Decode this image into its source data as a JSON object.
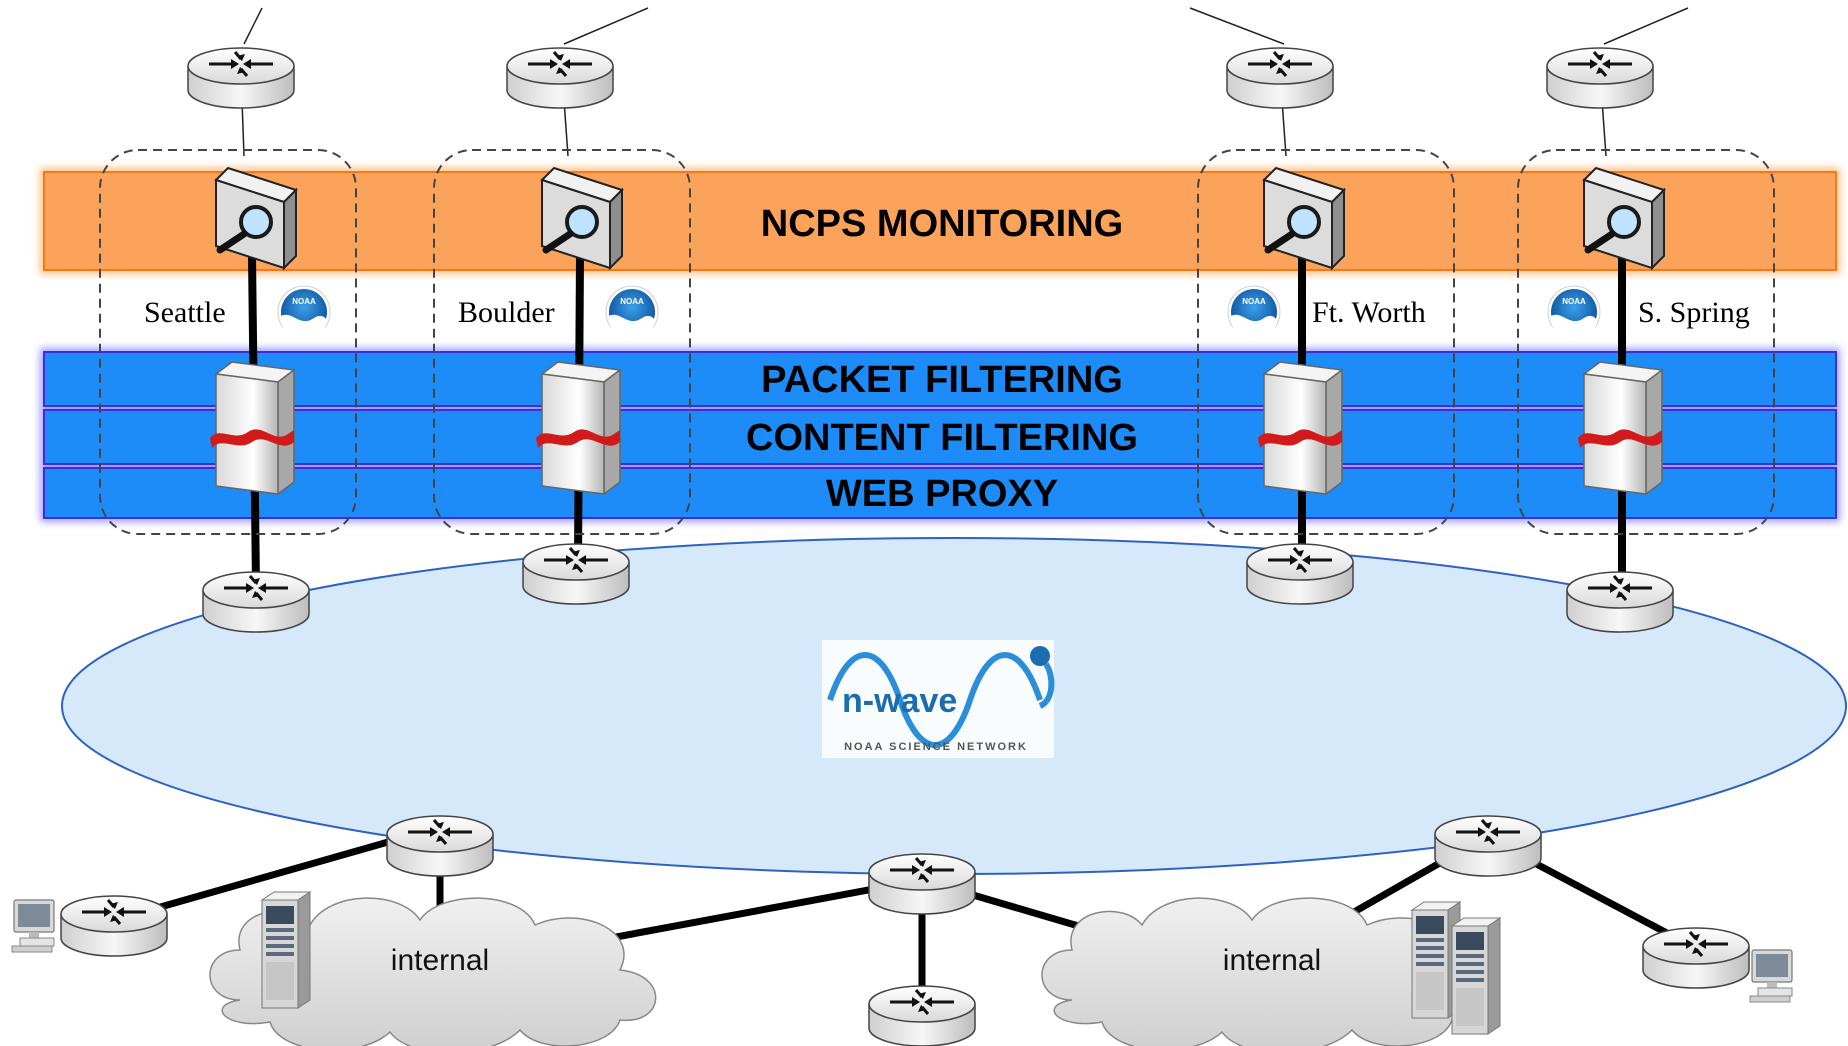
{
  "bands": {
    "monitoring": "NCPS MONITORING",
    "packet": "PACKET FILTERING",
    "content": "CONTENT FILTERING",
    "proxy": "WEB PROXY"
  },
  "sites": [
    {
      "name": "Seattle"
    },
    {
      "name": "Boulder"
    },
    {
      "name": "Ft. Worth"
    },
    {
      "name": "S. Spring"
    }
  ],
  "noaa_badge": "NOAA",
  "network_logo": {
    "title": "n-wave",
    "subtitle": "NOAA SCIENCE NETWORK"
  },
  "clouds": [
    {
      "label": "internal"
    },
    {
      "label": "internal"
    }
  ],
  "colors": {
    "monitoring_band": "#fca35b",
    "filter_band": "#1d8cf8",
    "network_ellipse": "#d6e9fb",
    "router": "#eeeeee"
  }
}
